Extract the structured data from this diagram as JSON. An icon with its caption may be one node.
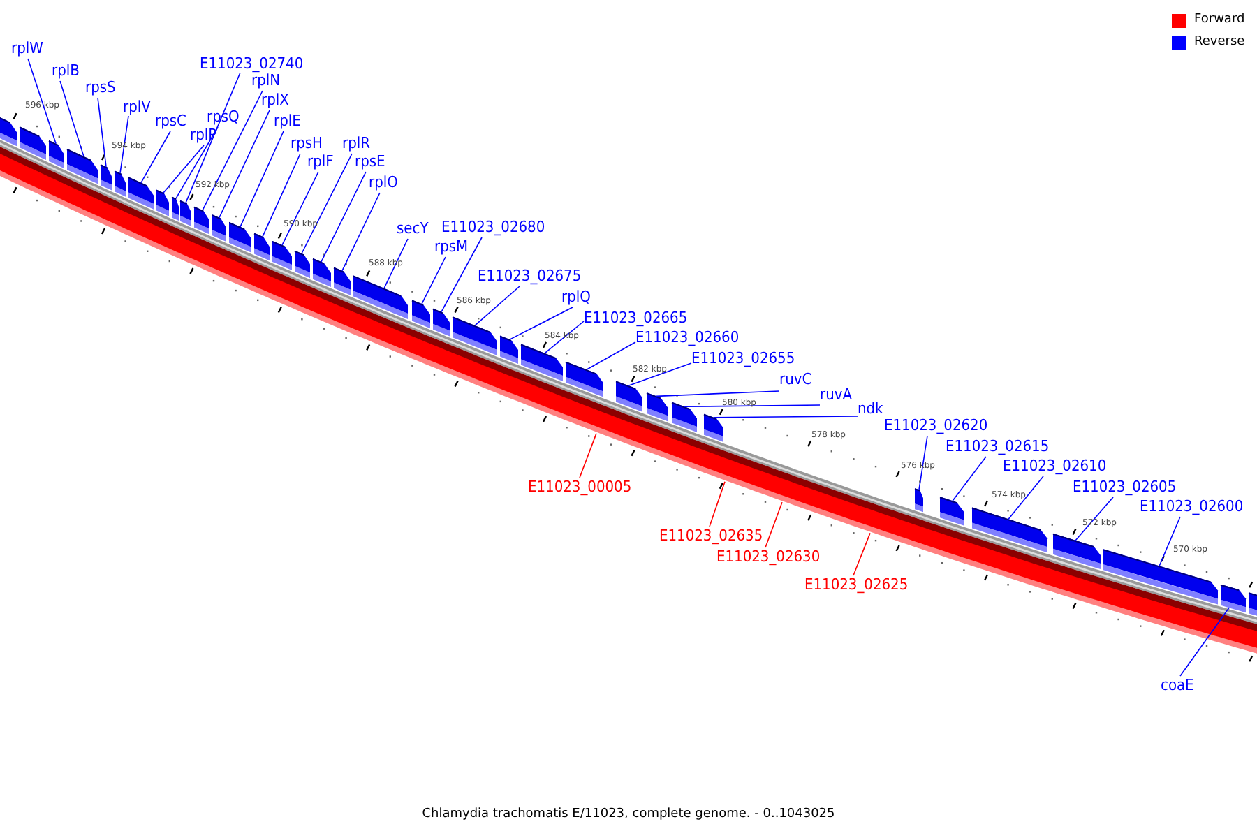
{
  "diagram": {
    "caption": "Chlamydia trachomatis E/11023, complete genome. - 0..1043025",
    "nodes": [
      {
        "text": [
          "rplW"
        ]
      },
      {
        "text": [
          "rplB"
        ]
      },
      {
        "text": [
          "rpsS"
        ]
      },
      {
        "text": [
          "rplV"
        ]
      },
      {
        "text": [
          "rpsC"
        ]
      },
      {
        "text": [
          "E11023_02740"
        ]
      },
      {
        "text": [
          "rplN"
        ]
      },
      {
        "text": [
          "rplP"
        ]
      },
      {
        "text": [
          "rplX"
        ]
      },
      {
        "text": [
          "rpsQ"
        ]
      },
      {
        "text": [
          "rplE"
        ]
      },
      {
        "text": [
          "rpsH"
        ]
      },
      {
        "text": [
          "rplR"
        ]
      },
      {
        "text": [
          "rplF"
        ]
      },
      {
        "text": [
          "rpsE"
        ]
      },
      {
        "text": [
          "rplO"
        ]
      },
      {
        "text": [
          "secY"
        ]
      },
      {
        "text": [
          "E11023_02680"
        ]
      },
      {
        "text": [
          "rpsM"
        ]
      },
      {
        "text": [
          "E11023_02675"
        ]
      },
      {
        "text": [
          "rplQ"
        ]
      },
      {
        "text": [
          "E11023_02665"
        ]
      },
      {
        "text": [
          "E11023_02660"
        ]
      },
      {
        "text": [
          "E11023_02655"
        ]
      },
      {
        "text": [
          "ruvC"
        ]
      },
      {
        "text": [
          "ruvA"
        ]
      },
      {
        "text": [
          "ndk"
        ]
      },
      {
        "text": [
          "E11023_02620"
        ]
      },
      {
        "text": [
          "E11023_02615"
        ]
      },
      {
        "text": [
          "E11023_02610"
        ]
      },
      {
        "text": [
          "E11023_00005"
        ]
      },
      {
        "text": [
          "E11023_02605"
        ]
      },
      {
        "text": [
          "E11023_02600"
        ]
      },
      {
        "text": [
          "E11023_02635"
        ]
      },
      {
        "text": [
          "E11023_02630"
        ]
      },
      {
        "text": [
          "E11023_02625"
        ]
      },
      {
        "text": [
          "coaE"
        ]
      },
      {
        "text": [],
        "shape": "bar"
      },
      {
        "text": [],
        "shape": "bar"
      },
      {
        "text": [],
        "shape": "bar"
      },
      {
        "text": [],
        "shape": "bar"
      },
      {
        "text": [],
        "shape": "bar"
      },
      {
        "text": [],
        "shape": "bar"
      },
      {
        "text": [],
        "shape": "bar"
      },
      {
        "text": [],
        "shape": "bar"
      },
      {
        "text": [],
        "shape": "bar"
      },
      {
        "text": [],
        "shape": "bar"
      },
      {
        "text": [],
        "shape": "bar"
      },
      {
        "text": [],
        "shape": "bar"
      },
      {
        "text": [],
        "shape": "bar"
      },
      {
        "text": [],
        "shape": "bar"
      },
      {
        "text": [],
        "shape": "bar"
      },
      {
        "text": [],
        "shape": "bar"
      },
      {
        "text": [],
        "shape": "bar"
      },
      {
        "text": [],
        "shape": "bar"
      },
      {
        "text": [],
        "shape": "bar"
      },
      {
        "text": [],
        "shape": "bar"
      },
      {
        "text": [],
        "shape": "bar"
      },
      {
        "text": [],
        "shape": "bar"
      },
      {
        "text": [],
        "shape": "bar"
      },
      {
        "text": [],
        "shape": "bar"
      },
      {
        "text": [],
        "shape": "bar"
      },
      {
        "text": [],
        "shape": "bar"
      },
      {
        "text": [],
        "shape": "bar"
      },
      {
        "text": [],
        "shape": "bar"
      },
      {
        "text": [],
        "shape": "bar"
      },
      {
        "text": [],
        "shape": "bar"
      },
      {
        "text": [],
        "shape": "bar"
      },
      {
        "text": [],
        "shape": "bar"
      },
      {
        "text": [],
        "shape": "bar"
      },
      {
        "text": [],
        "shape": "bar"
      },
      {
        "text": [],
        "shape": "bar"
      },
      {
        "text": [],
        "shape": "bar"
      },
      {
        "text": [],
        "shape": "bar"
      },
      {
        "text": [],
        "shape": "bar"
      },
      {
        "text": [],
        "shape": "bar"
      },
      {
        "text": [],
        "shape": "bar"
      }
    ],
    "edges": [
      {
        "from": 0,
        "to": 39,
        "arrow": "none"
      },
      {
        "from": 1,
        "to": 40,
        "arrow": "none"
      },
      {
        "from": 2,
        "to": 41,
        "arrow": "none"
      },
      {
        "from": 3,
        "to": 42,
        "arrow": "none"
      },
      {
        "from": 4,
        "to": 43,
        "arrow": "none"
      },
      {
        "from": 5,
        "to": 46,
        "arrow": "none"
      },
      {
        "from": 6,
        "to": 47,
        "arrow": "none"
      },
      {
        "from": 7,
        "to": 44,
        "arrow": "none"
      },
      {
        "from": 8,
        "to": 48,
        "arrow": "none"
      },
      {
        "from": 9,
        "to": 45,
        "arrow": "none"
      },
      {
        "from": 10,
        "to": 49,
        "arrow": "none"
      },
      {
        "from": 11,
        "to": 50,
        "arrow": "none"
      },
      {
        "from": 12,
        "to": 52,
        "arrow": "none"
      },
      {
        "from": 13,
        "to": 51,
        "arrow": "none"
      },
      {
        "from": 14,
        "to": 53,
        "arrow": "none"
      },
      {
        "from": 15,
        "to": 54,
        "arrow": "none"
      },
      {
        "from": 16,
        "to": 55,
        "arrow": "none"
      },
      {
        "from": 17,
        "to": 57,
        "arrow": "none"
      },
      {
        "from": 18,
        "to": 56,
        "arrow": "none"
      },
      {
        "from": 19,
        "to": 58,
        "arrow": "none"
      },
      {
        "from": 20,
        "to": 59,
        "arrow": "none"
      },
      {
        "from": 21,
        "to": 60,
        "arrow": "none"
      },
      {
        "from": 22,
        "to": 61,
        "arrow": "none"
      },
      {
        "from": 23,
        "to": 62,
        "arrow": "none"
      },
      {
        "from": 24,
        "to": 63,
        "arrow": "none"
      },
      {
        "from": 25,
        "to": 64,
        "arrow": "none"
      },
      {
        "from": 26,
        "to": 65,
        "arrow": "none"
      },
      {
        "from": 27,
        "to": 66,
        "arrow": "none"
      },
      {
        "from": 28,
        "to": 67,
        "arrow": "none"
      },
      {
        "from": 29,
        "to": 68,
        "arrow": "none"
      },
      {
        "from": 30,
        "to": 73,
        "arrow": "none",
        "color": "#ff0000"
      },
      {
        "from": 31,
        "to": 69,
        "arrow": "none"
      },
      {
        "from": 32,
        "to": 70,
        "arrow": "none"
      },
      {
        "from": 33,
        "to": 74,
        "arrow": "none",
        "color": "#ff0000"
      },
      {
        "from": 34,
        "to": 75,
        "arrow": "none",
        "color": "#ff0000"
      },
      {
        "from": 35,
        "to": 76,
        "arrow": "none",
        "color": "#ff0000"
      },
      {
        "from": 36,
        "to": 71,
        "arrow": "none"
      }
    ],
    "labels": [
      "596 kbp",
      "594 kbp",
      "592 kbp",
      "590 kbp",
      "588 kbp",
      "586 kbp",
      "584 kbp",
      "582 kbp",
      "580 kbp",
      "578 kbp",
      "576 kbp",
      "574 kbp",
      "572 kbp",
      "570 kbp"
    ],
    "legend": [
      {
        "text": "Forward",
        "color": "#ff0000"
      },
      {
        "text": "Reverse",
        "color": "#0000ff"
      }
    ]
  }
}
